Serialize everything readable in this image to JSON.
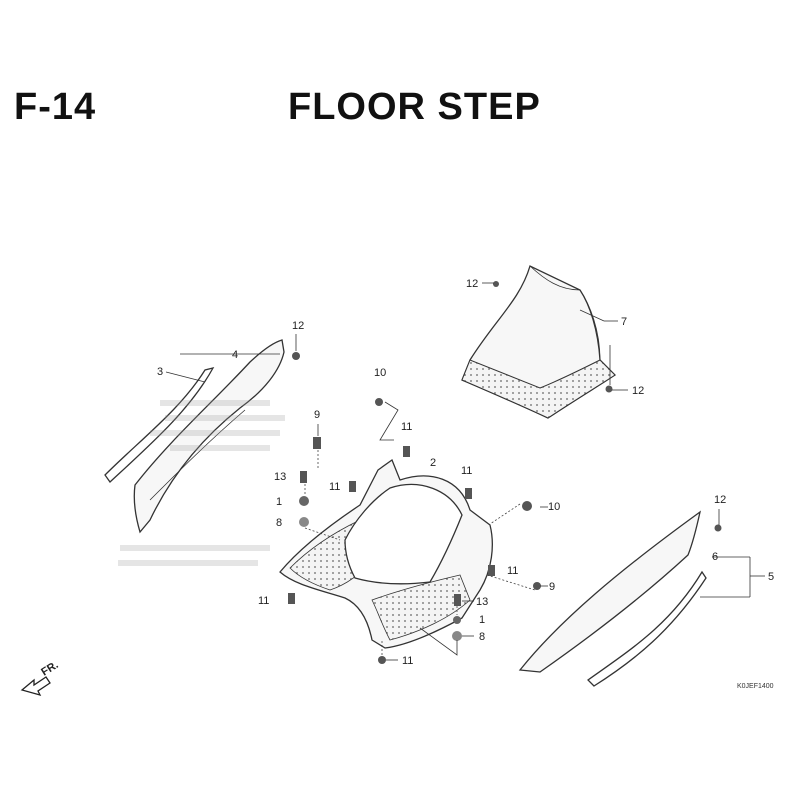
{
  "header": {
    "code": "F-14",
    "title": "FLOOR STEP"
  },
  "callouts": {
    "c1": "1",
    "c2": "2",
    "c3": "3",
    "c4": "4",
    "c5": "5",
    "c6": "6",
    "c7": "7",
    "c8a": "8",
    "c8b": "8",
    "c9a": "9",
    "c9b": "9",
    "c10a": "10",
    "c10b": "10",
    "c11a": "11",
    "c11b": "11",
    "c11c": "11",
    "c11d": "11",
    "c11e": "11",
    "c11f": "11",
    "c12a": "12",
    "c12b": "12",
    "c12c": "12",
    "c12d": "12",
    "c13a": "13",
    "c13b": "13"
  },
  "front_marker": "FR.",
  "reference_code": "K0JEF1400"
}
